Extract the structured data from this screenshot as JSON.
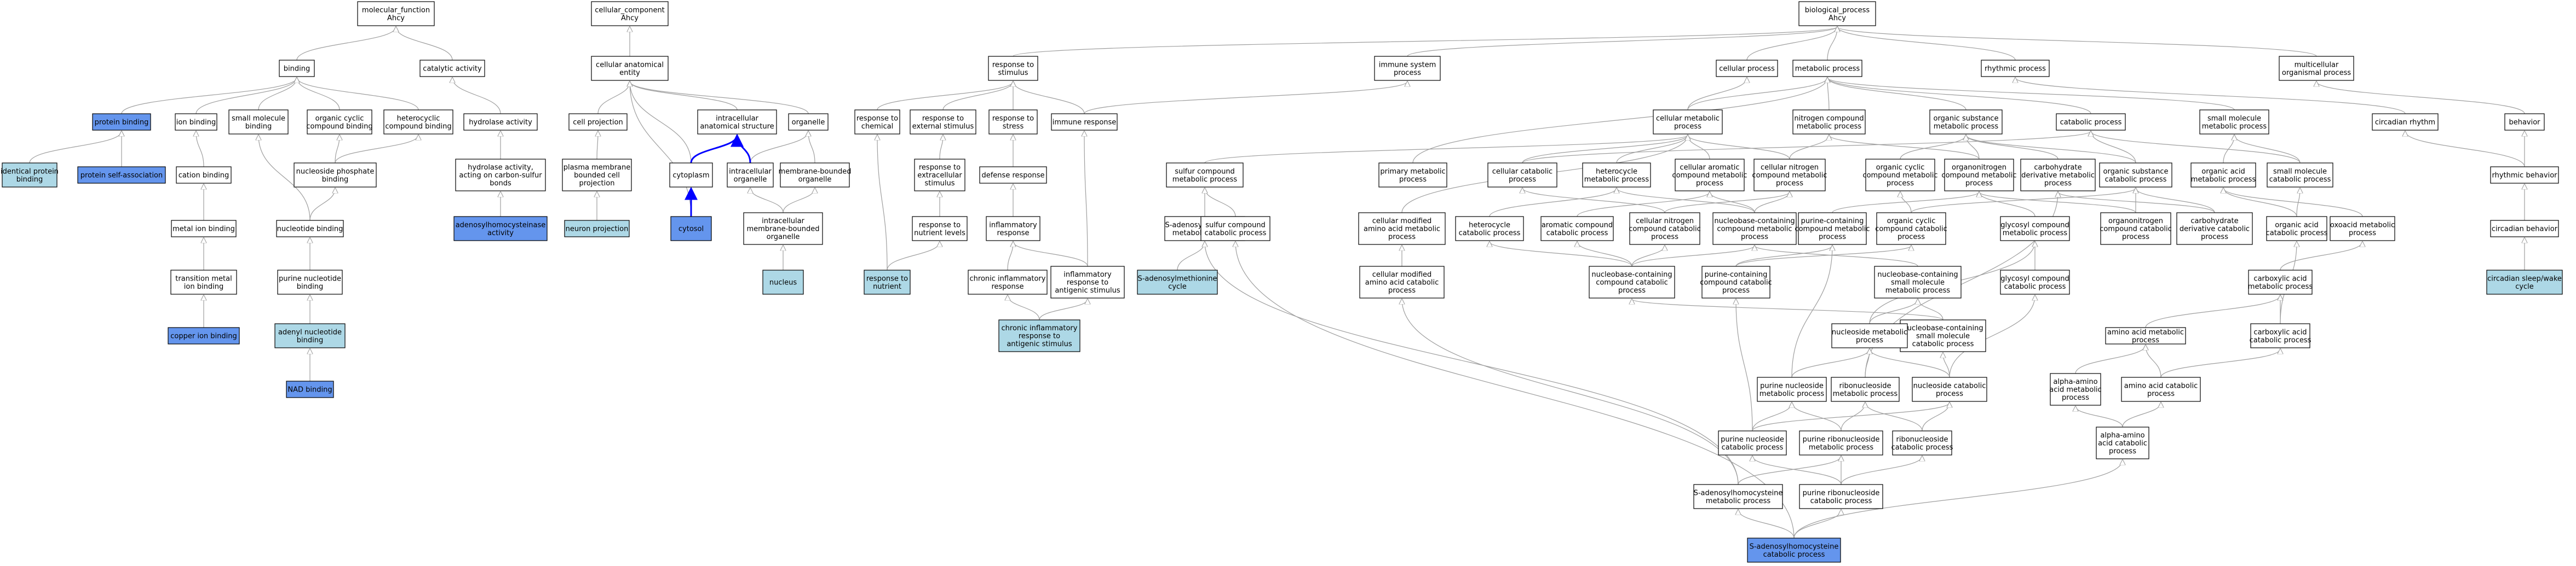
{
  "colors": {
    "plain": "#ffffff",
    "light": "#add8e6",
    "dark": "#6495ed",
    "edge": "#9e9e9e",
    "highlight": "#0000ff"
  },
  "nodes": {
    "n1": {
      "lines": [
        "molecular_function",
        "Ahcy"
      ],
      "fill": "plain"
    },
    "n2": {
      "lines": [
        "cellular_component",
        "Ahcy"
      ],
      "fill": "plain"
    },
    "n3": {
      "lines": [
        "biological_process",
        "Ahcy"
      ],
      "fill": "plain"
    },
    "n4": {
      "lines": [
        "binding"
      ],
      "fill": "plain"
    },
    "n5": {
      "lines": [
        "catalytic activity"
      ],
      "fill": "plain"
    },
    "n6": {
      "lines": [
        "cellular anatomical",
        "entity"
      ],
      "fill": "plain"
    },
    "n7": {
      "lines": [
        "response to",
        "stimulus"
      ],
      "fill": "plain"
    },
    "n8": {
      "lines": [
        "immune system",
        "process"
      ],
      "fill": "plain"
    },
    "n9": {
      "lines": [
        "cellular process"
      ],
      "fill": "plain"
    },
    "n10": {
      "lines": [
        "metabolic process"
      ],
      "fill": "plain"
    },
    "n11": {
      "lines": [
        "rhythmic process"
      ],
      "fill": "plain"
    },
    "n12": {
      "lines": [
        "multicellular",
        "organismal process"
      ],
      "fill": "plain"
    },
    "n13": {
      "lines": [
        "protein binding"
      ],
      "fill": "dark"
    },
    "n14": {
      "lines": [
        "ion binding"
      ],
      "fill": "plain"
    },
    "n15": {
      "lines": [
        "small molecule",
        "binding"
      ],
      "fill": "plain"
    },
    "n16": {
      "lines": [
        "organic cyclic",
        "compound binding"
      ],
      "fill": "plain"
    },
    "n17": {
      "lines": [
        "heterocyclic",
        "compound binding"
      ],
      "fill": "plain"
    },
    "n18": {
      "lines": [
        "hydrolase activity"
      ],
      "fill": "plain"
    },
    "n19": {
      "lines": [
        "cell projection"
      ],
      "fill": "plain"
    },
    "n20": {
      "lines": [
        "intracellular",
        "anatomical structure"
      ],
      "fill": "plain"
    },
    "n21": {
      "lines": [
        "organelle"
      ],
      "fill": "plain"
    },
    "n22": {
      "lines": [
        "response to",
        "chemical"
      ],
      "fill": "plain"
    },
    "n23": {
      "lines": [
        "response to",
        "external stimulus"
      ],
      "fill": "plain"
    },
    "n24": {
      "lines": [
        "response to",
        "stress"
      ],
      "fill": "plain"
    },
    "n25": {
      "lines": [
        "immune response"
      ],
      "fill": "plain"
    },
    "n26": {
      "lines": [
        "cellular metabolic",
        "process"
      ],
      "fill": "plain"
    },
    "n27": {
      "lines": [
        "nitrogen compound",
        "metabolic process"
      ],
      "fill": "plain"
    },
    "n28": {
      "lines": [
        "organic substance",
        "metabolic process"
      ],
      "fill": "plain"
    },
    "n29": {
      "lines": [
        "catabolic process"
      ],
      "fill": "plain"
    },
    "n30": {
      "lines": [
        "small molecule",
        "metabolic process"
      ],
      "fill": "plain"
    },
    "n31": {
      "lines": [
        "circadian rhythm"
      ],
      "fill": "plain"
    },
    "n32": {
      "lines": [
        "behavior"
      ],
      "fill": "plain"
    },
    "n33": {
      "lines": [
        "identical protein",
        "binding"
      ],
      "fill": "light"
    },
    "n34": {
      "lines": [
        "protein self-association"
      ],
      "fill": "dark"
    },
    "n35": {
      "lines": [
        "cation binding"
      ],
      "fill": "plain"
    },
    "n36": {
      "lines": [
        "nucleoside phosphate",
        "binding"
      ],
      "fill": "plain"
    },
    "n37": {
      "lines": [
        "hydrolase activity,",
        "acting on carbon-sulfur",
        "bonds"
      ],
      "fill": "plain"
    },
    "n38": {
      "lines": [
        "plasma membrane",
        "bounded cell",
        "projection"
      ],
      "fill": "plain"
    },
    "n39": {
      "lines": [
        "cytoplasm"
      ],
      "fill": "plain"
    },
    "n40": {
      "lines": [
        "intracellular",
        "organelle"
      ],
      "fill": "plain"
    },
    "n41": {
      "lines": [
        "membrane-bounded",
        "organelle"
      ],
      "fill": "plain"
    },
    "n42": {
      "lines": [
        "response to",
        "extracellular",
        "stimulus"
      ],
      "fill": "plain"
    },
    "n43": {
      "lines": [
        "defense response"
      ],
      "fill": "plain"
    },
    "n44": {
      "lines": [
        "sulfur compound",
        "metabolic process"
      ],
      "fill": "plain"
    },
    "n45": {
      "lines": [
        "primary metabolic",
        "process"
      ],
      "fill": "plain"
    },
    "n46": {
      "lines": [
        "cellular catabolic",
        "process"
      ],
      "fill": "plain"
    },
    "n47": {
      "lines": [
        "heterocycle",
        "metabolic process"
      ],
      "fill": "plain"
    },
    "n48": {
      "lines": [
        "cellular aromatic",
        "compound metabolic",
        "process"
      ],
      "fill": "plain"
    },
    "n49": {
      "lines": [
        "cellular nitrogen",
        "compound metabolic",
        "process"
      ],
      "fill": "plain"
    },
    "n50": {
      "lines": [
        "organic cyclic",
        "compound metabolic",
        "process"
      ],
      "fill": "plain"
    },
    "n51": {
      "lines": [
        "organonitrogen",
        "compound metabolic",
        "process"
      ],
      "fill": "plain"
    },
    "n52": {
      "lines": [
        "carbohydrate",
        "derivative metabolic",
        "process"
      ],
      "fill": "plain"
    },
    "n53": {
      "lines": [
        "organic substance",
        "catabolic process"
      ],
      "fill": "plain"
    },
    "n54": {
      "lines": [
        "organic acid",
        "metabolic process"
      ],
      "fill": "plain"
    },
    "n55": {
      "lines": [
        "small molecule",
        "catabolic process"
      ],
      "fill": "plain"
    },
    "n56": {
      "lines": [
        "rhythmic behavior"
      ],
      "fill": "plain"
    },
    "n57": {
      "lines": [
        "metal ion binding"
      ],
      "fill": "plain"
    },
    "n58": {
      "lines": [
        "nucleotide binding"
      ],
      "fill": "plain"
    },
    "n59": {
      "lines": [
        "adenosylhomocysteinase",
        "activity"
      ],
      "fill": "dark"
    },
    "n60": {
      "lines": [
        "neuron projection"
      ],
      "fill": "light"
    },
    "n61": {
      "lines": [
        "cytosol"
      ],
      "fill": "dark"
    },
    "n62": {
      "lines": [
        "intracellular",
        "membrane-bounded",
        "organelle"
      ],
      "fill": "plain"
    },
    "n63": {
      "lines": [
        "response to",
        "nutrient levels"
      ],
      "fill": "plain"
    },
    "n64": {
      "lines": [
        "inflammatory",
        "response"
      ],
      "fill": "plain"
    },
    "n65": {
      "lines": [
        "S-adenosylmethionine",
        "metabolic process"
      ],
      "fill": "plain"
    },
    "n66": {
      "lines": [
        "sulfur compound",
        "catabolic process"
      ],
      "fill": "plain"
    },
    "n67": {
      "lines": [
        "cellular modified",
        "amino acid metabolic",
        "process"
      ],
      "fill": "plain"
    },
    "n68": {
      "lines": [
        "heterocycle",
        "catabolic process"
      ],
      "fill": "plain"
    },
    "n69": {
      "lines": [
        "aromatic compound",
        "catabolic process"
      ],
      "fill": "plain"
    },
    "n70": {
      "lines": [
        "cellular nitrogen",
        "compound catabolic",
        "process"
      ],
      "fill": "plain"
    },
    "n71": {
      "lines": [
        "nucleobase-containing",
        "compound metabolic",
        "process"
      ],
      "fill": "plain"
    },
    "n72": {
      "lines": [
        "purine-containing",
        "compound metabolic",
        "process"
      ],
      "fill": "plain"
    },
    "n73": {
      "lines": [
        "organic cyclic",
        "compound catabolic",
        "process"
      ],
      "fill": "plain"
    },
    "n74": {
      "lines": [
        "glycosyl compound",
        "metabolic process"
      ],
      "fill": "plain"
    },
    "n75": {
      "lines": [
        "organonitrogen",
        "compound catabolic",
        "process"
      ],
      "fill": "plain"
    },
    "n76": {
      "lines": [
        "carbohydrate",
        "derivative catabolic",
        "process"
      ],
      "fill": "plain"
    },
    "n77": {
      "lines": [
        "organic acid",
        "catabolic process"
      ],
      "fill": "plain"
    },
    "n78": {
      "lines": [
        "oxoacid metabolic",
        "process"
      ],
      "fill": "plain"
    },
    "n79": {
      "lines": [
        "circadian behavior"
      ],
      "fill": "plain"
    },
    "n80": {
      "lines": [
        "transition metal",
        "ion binding"
      ],
      "fill": "plain"
    },
    "n81": {
      "lines": [
        "purine nucleotide",
        "binding"
      ],
      "fill": "plain"
    },
    "n82": {
      "lines": [
        "nucleus"
      ],
      "fill": "light"
    },
    "n83": {
      "lines": [
        "response to",
        "nutrient"
      ],
      "fill": "light"
    },
    "n84": {
      "lines": [
        "chronic inflammatory",
        "response"
      ],
      "fill": "plain"
    },
    "n85": {
      "lines": [
        "inflammatory",
        "response to",
        "antigenic stimulus"
      ],
      "fill": "plain"
    },
    "n86": {
      "lines": [
        "S-adenosylmethionine",
        "cycle"
      ],
      "fill": "light"
    },
    "n87": {
      "lines": [
        "cellular modified",
        "amino acid catabolic",
        "process"
      ],
      "fill": "plain"
    },
    "n88": {
      "lines": [
        "nucleobase-containing",
        "compound catabolic",
        "process"
      ],
      "fill": "plain"
    },
    "n89": {
      "lines": [
        "purine-containing",
        "compound catabolic",
        "process"
      ],
      "fill": "plain"
    },
    "n90": {
      "lines": [
        "nucleobase-containing",
        "small molecule",
        "metabolic process"
      ],
      "fill": "plain"
    },
    "n91": {
      "lines": [
        "glycosyl compound",
        "catabolic process"
      ],
      "fill": "plain"
    },
    "n92": {
      "lines": [
        "carboxylic acid",
        "metabolic process"
      ],
      "fill": "plain"
    },
    "n93": {
      "lines": [
        "circadian sleep/wake",
        "cycle"
      ],
      "fill": "light"
    },
    "n94": {
      "lines": [
        "copper ion binding"
      ],
      "fill": "dark"
    },
    "n95": {
      "lines": [
        "adenyl nucleotide",
        "binding"
      ],
      "fill": "light"
    },
    "n96": {
      "lines": [
        "chronic inflammatory",
        "response to",
        "antigenic stimulus"
      ],
      "fill": "light"
    },
    "n97": {
      "lines": [
        "nucleobase-containing",
        "small molecule",
        "catabolic process"
      ],
      "fill": "plain"
    },
    "n98": {
      "lines": [
        "nucleoside metabolic",
        "process"
      ],
      "fill": "plain"
    },
    "n99": {
      "lines": [
        "amino acid metabolic",
        "process"
      ],
      "fill": "plain"
    },
    "n100": {
      "lines": [
        "carboxylic acid",
        "catabolic process"
      ],
      "fill": "plain"
    },
    "n101": {
      "lines": [
        "NAD binding"
      ],
      "fill": "dark"
    },
    "n102": {
      "lines": [
        "purine nucleoside",
        "metabolic process"
      ],
      "fill": "plain"
    },
    "n103": {
      "lines": [
        "ribonucleoside",
        "metabolic process"
      ],
      "fill": "plain"
    },
    "n104": {
      "lines": [
        "nucleoside catabolic",
        "process"
      ],
      "fill": "plain"
    },
    "n105": {
      "lines": [
        "alpha-amino",
        "acid metabolic",
        "process"
      ],
      "fill": "plain"
    },
    "n106": {
      "lines": [
        "amino acid catabolic",
        "process"
      ],
      "fill": "plain"
    },
    "n107": {
      "lines": [
        "purine nucleoside",
        "catabolic process"
      ],
      "fill": "plain"
    },
    "n108": {
      "lines": [
        "purine ribonucleoside",
        "metabolic process"
      ],
      "fill": "plain"
    },
    "n109": {
      "lines": [
        "ribonucleoside",
        "catabolic process"
      ],
      "fill": "plain"
    },
    "n110": {
      "lines": [
        "alpha-amino",
        "acid catabolic",
        "process"
      ],
      "fill": "plain"
    },
    "n111": {
      "lines": [
        "S-adenosylhomocysteine",
        "metabolic process"
      ],
      "fill": "plain"
    },
    "n112": {
      "lines": [
        "purine ribonucleoside",
        "catabolic process"
      ],
      "fill": "plain"
    },
    "n113": {
      "lines": [
        "S-adenosylhomocysteine",
        "catabolic process"
      ],
      "fill": "dark"
    }
  },
  "edges": [
    [
      "n4",
      "n1"
    ],
    [
      "n5",
      "n1"
    ],
    [
      "n6",
      "n2"
    ],
    [
      "n7",
      "n3"
    ],
    [
      "n8",
      "n3"
    ],
    [
      "n9",
      "n3"
    ],
    [
      "n10",
      "n3"
    ],
    [
      "n11",
      "n3"
    ],
    [
      "n12",
      "n3"
    ],
    [
      "n13",
      "n4"
    ],
    [
      "n14",
      "n4"
    ],
    [
      "n15",
      "n4"
    ],
    [
      "n16",
      "n4"
    ],
    [
      "n17",
      "n4"
    ],
    [
      "n18",
      "n5"
    ],
    [
      "n19",
      "n6"
    ],
    [
      "n20",
      "n6"
    ],
    [
      "n21",
      "n6"
    ],
    [
      "n39",
      "n6"
    ],
    [
      "n61",
      "n6"
    ],
    [
      "n22",
      "n7"
    ],
    [
      "n23",
      "n7"
    ],
    [
      "n24",
      "n7"
    ],
    [
      "n25",
      "n8"
    ],
    [
      "n25",
      "n7"
    ],
    [
      "n26",
      "n9"
    ],
    [
      "n26",
      "n10"
    ],
    [
      "n27",
      "n10"
    ],
    [
      "n28",
      "n10"
    ],
    [
      "n29",
      "n10"
    ],
    [
      "n30",
      "n10"
    ],
    [
      "n31",
      "n11"
    ],
    [
      "n32",
      "n12"
    ],
    [
      "n33",
      "n13"
    ],
    [
      "n34",
      "n13"
    ],
    [
      "n35",
      "n14"
    ],
    [
      "n36",
      "n16"
    ],
    [
      "n36",
      "n17"
    ],
    [
      "n37",
      "n18"
    ],
    [
      "n38",
      "n19"
    ],
    [
      "n39",
      "n20"
    ],
    [
      "n40",
      "n20"
    ],
    [
      "n40",
      "n21"
    ],
    [
      "n41",
      "n21"
    ],
    [
      "n42",
      "n23"
    ],
    [
      "n43",
      "n24"
    ],
    [
      "n44",
      "n26"
    ],
    [
      "n45",
      "n10"
    ],
    [
      "n46",
      "n26"
    ],
    [
      "n46",
      "n29"
    ],
    [
      "n47",
      "n26"
    ],
    [
      "n48",
      "n26"
    ],
    [
      "n49",
      "n26"
    ],
    [
      "n49",
      "n27"
    ],
    [
      "n50",
      "n28"
    ],
    [
      "n51",
      "n27"
    ],
    [
      "n51",
      "n28"
    ],
    [
      "n52",
      "n28"
    ],
    [
      "n53",
      "n28"
    ],
    [
      "n53",
      "n29"
    ],
    [
      "n54",
      "n30"
    ],
    [
      "n55",
      "n30"
    ],
    [
      "n55",
      "n29"
    ],
    [
      "n56",
      "n32"
    ],
    [
      "n56",
      "n31"
    ],
    [
      "n57",
      "n35"
    ],
    [
      "n58",
      "n36"
    ],
    [
      "n58",
      "n15"
    ],
    [
      "n59",
      "n37"
    ],
    [
      "n60",
      "n38"
    ],
    [
      "n62",
      "n40"
    ],
    [
      "n62",
      "n41"
    ],
    [
      "n63",
      "n42"
    ],
    [
      "n64",
      "n43"
    ],
    [
      "n65",
      "n44"
    ],
    [
      "n66",
      "n44"
    ],
    [
      "n67",
      "n26"
    ],
    [
      "n68",
      "n47"
    ],
    [
      "n69",
      "n48"
    ],
    [
      "n70",
      "n49"
    ],
    [
      "n70",
      "n46"
    ],
    [
      "n71",
      "n47"
    ],
    [
      "n71",
      "n48"
    ],
    [
      "n71",
      "n49"
    ],
    [
      "n72",
      "n51"
    ],
    [
      "n73",
      "n50"
    ],
    [
      "n73",
      "n53"
    ],
    [
      "n74",
      "n51"
    ],
    [
      "n75",
      "n51"
    ],
    [
      "n75",
      "n53"
    ],
    [
      "n76",
      "n52"
    ],
    [
      "n76",
      "n53"
    ],
    [
      "n77",
      "n54"
    ],
    [
      "n77",
      "n55"
    ],
    [
      "n78",
      "n54"
    ],
    [
      "n79",
      "n56"
    ],
    [
      "n80",
      "n57"
    ],
    [
      "n81",
      "n58"
    ],
    [
      "n82",
      "n62"
    ],
    [
      "n83",
      "n63"
    ],
    [
      "n83",
      "n22"
    ],
    [
      "n84",
      "n64"
    ],
    [
      "n85",
      "n64"
    ],
    [
      "n85",
      "n25"
    ],
    [
      "n86",
      "n65"
    ],
    [
      "n87",
      "n67"
    ],
    [
      "n88",
      "n71"
    ],
    [
      "n88",
      "n68"
    ],
    [
      "n88",
      "n69"
    ],
    [
      "n88",
      "n70"
    ],
    [
      "n89",
      "n72"
    ],
    [
      "n89",
      "n73"
    ],
    [
      "n90",
      "n71"
    ],
    [
      "n91",
      "n74"
    ],
    [
      "n92",
      "n78"
    ],
    [
      "n93",
      "n79"
    ],
    [
      "n94",
      "n80"
    ],
    [
      "n95",
      "n81"
    ],
    [
      "n96",
      "n84"
    ],
    [
      "n96",
      "n85"
    ],
    [
      "n97",
      "n90"
    ],
    [
      "n97",
      "n88"
    ],
    [
      "n98",
      "n90"
    ],
    [
      "n98",
      "n74"
    ],
    [
      "n99",
      "n92"
    ],
    [
      "n100",
      "n92"
    ],
    [
      "n100",
      "n77"
    ],
    [
      "n101",
      "n95"
    ],
    [
      "n102",
      "n98"
    ],
    [
      "n102",
      "n72"
    ],
    [
      "n103",
      "n98"
    ],
    [
      "n103",
      "n52"
    ],
    [
      "n104",
      "n98"
    ],
    [
      "n104",
      "n97"
    ],
    [
      "n104",
      "n91"
    ],
    [
      "n105",
      "n99"
    ],
    [
      "n106",
      "n99"
    ],
    [
      "n106",
      "n100"
    ],
    [
      "n107",
      "n102"
    ],
    [
      "n107",
      "n104"
    ],
    [
      "n107",
      "n89"
    ],
    [
      "n108",
      "n102"
    ],
    [
      "n108",
      "n103"
    ],
    [
      "n109",
      "n103"
    ],
    [
      "n109",
      "n104"
    ],
    [
      "n110",
      "n105"
    ],
    [
      "n110",
      "n106"
    ],
    [
      "n111",
      "n108"
    ],
    [
      "n111",
      "n87"
    ],
    [
      "n111",
      "n65"
    ],
    [
      "n112",
      "n108"
    ],
    [
      "n112",
      "n109"
    ],
    [
      "n112",
      "n107"
    ],
    [
      "n113",
      "n111"
    ],
    [
      "n113",
      "n112"
    ],
    [
      "n113",
      "n110"
    ],
    [
      "n113",
      "n66"
    ]
  ],
  "highlight_edges": [
    [
      "n39",
      "n20"
    ],
    [
      "n40",
      "n20"
    ],
    [
      "n61",
      "n39"
    ]
  ]
}
